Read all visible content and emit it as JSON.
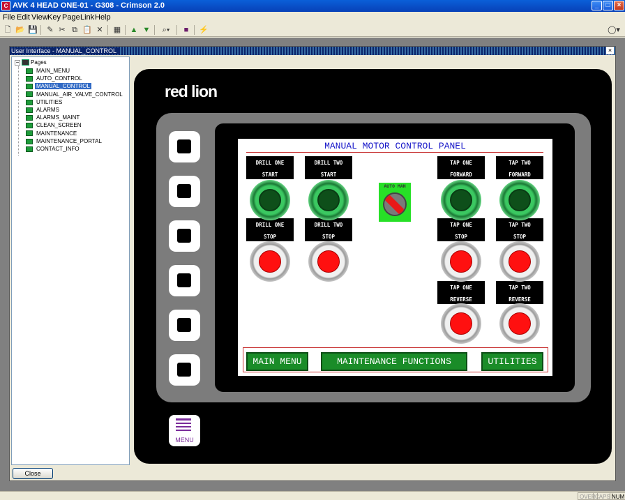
{
  "window": {
    "title": "AVK 4 HEAD ONE-01 - G308 - Crimson 2.0"
  },
  "menu": [
    "File",
    "Edit",
    "View",
    "Key",
    "Page",
    "Link",
    "Help"
  ],
  "child_window": {
    "title": "User Interface - MANUAL_CONTROL"
  },
  "tree": {
    "root": "Pages",
    "items": [
      {
        "label": "MAIN_MENU",
        "selected": false
      },
      {
        "label": "AUTO_CONTROL",
        "selected": false
      },
      {
        "label": "MANUAL_CONTROL",
        "selected": true
      },
      {
        "label": "MANUAL_AIR_VALVE_CONTROL",
        "selected": false
      },
      {
        "label": "UTILITIES",
        "selected": false
      },
      {
        "label": "ALARMS",
        "selected": false
      },
      {
        "label": "ALARMS_MAINT",
        "selected": false
      },
      {
        "label": "CLEAN_SCREEN",
        "selected": false
      },
      {
        "label": "MAINTENANCE",
        "selected": false
      },
      {
        "label": "MAINTENANCE_PORTAL",
        "selected": false
      },
      {
        "label": "CONTACT_INFO",
        "selected": false
      }
    ]
  },
  "close_label": "Close",
  "device": {
    "brand_prefix": "red l",
    "brand_mid": "i",
    "brand_suffix": "on",
    "menu_key_label": "MENU"
  },
  "panel": {
    "title": "MANUAL MOTOR CONTROL PANEL",
    "labels": {
      "drill_one_start": [
        "DRILL ONE",
        "START"
      ],
      "drill_two_start": [
        "DRILL TWO",
        "START"
      ],
      "tap_one_forward": [
        "TAP ONE",
        "FORWARD"
      ],
      "tap_two_forward": [
        "TAP TWO",
        "FORWARD"
      ],
      "drill_one_stop": [
        "DRILL ONE",
        "STOP"
      ],
      "drill_two_stop": [
        "DRILL TWO",
        "STOP"
      ],
      "tap_one_stop": [
        "TAP ONE",
        "STOP"
      ],
      "tap_two_stop": [
        "TAP TWO",
        "STOP"
      ],
      "tap_one_reverse": [
        "TAP ONE",
        "REVERSE"
      ],
      "tap_two_reverse": [
        "TAP TWO",
        "REVERSE"
      ]
    },
    "selector_label": "AUTO MAN",
    "nav": {
      "main_menu": "MAIN MENU",
      "maintenance": "MAINTENANCE FUNCTIONS",
      "utilities": "UTILITIES"
    }
  },
  "status": {
    "over": "OVER",
    "caps": "CAPS",
    "num": "NUM"
  },
  "colors": {
    "button_green": "#1a8c28",
    "stop_red": "#ff1010",
    "title_blue": "#1414c8",
    "selector_green": "#27e027"
  }
}
